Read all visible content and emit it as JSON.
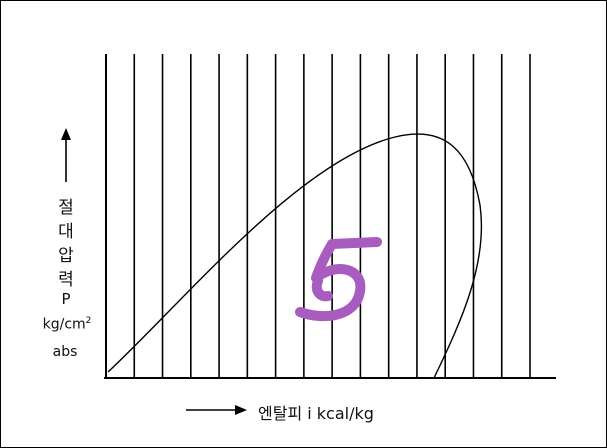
{
  "y_axis": {
    "label_chars": [
      "절",
      "대",
      "압",
      "력"
    ],
    "symbol": "P",
    "unit_base": "kg/cm",
    "unit_exp": "2",
    "unit_suffix": "abs"
  },
  "x_axis": {
    "label": "엔탈피 i kcal/kg"
  },
  "overlay_mark": {
    "text": "5",
    "color": "#a85cc0"
  },
  "colors": {
    "line": "#000000",
    "background": "#ffffff"
  }
}
